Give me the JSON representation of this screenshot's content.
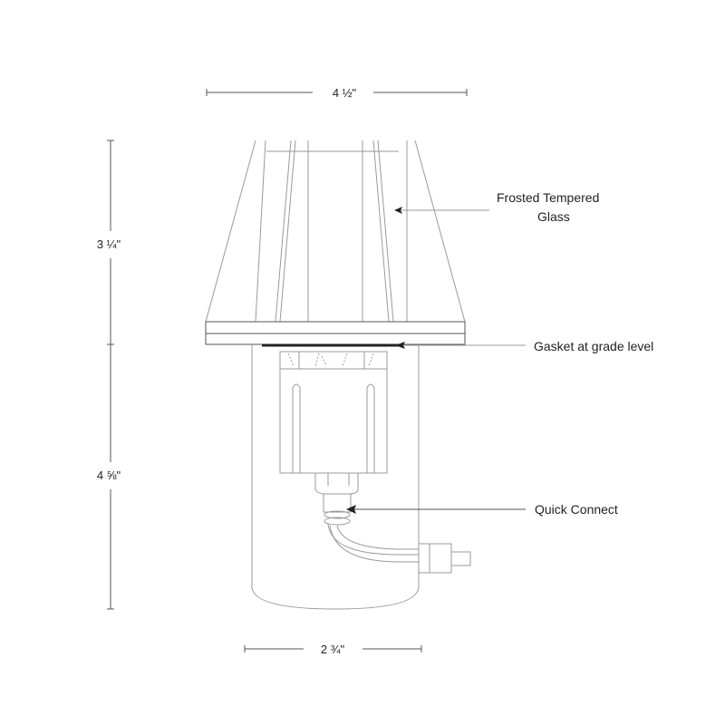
{
  "dimensions": {
    "top_width": "4 ½\"",
    "shade_height": "3 ¼\"",
    "body_height": "4 ⅝\"",
    "base_width": "2 ¾\""
  },
  "callouts": {
    "glass_line1": "Frosted Tempered",
    "glass_line2": "Glass",
    "gasket": "Gasket at grade level",
    "quick_connect": "Quick Connect"
  }
}
